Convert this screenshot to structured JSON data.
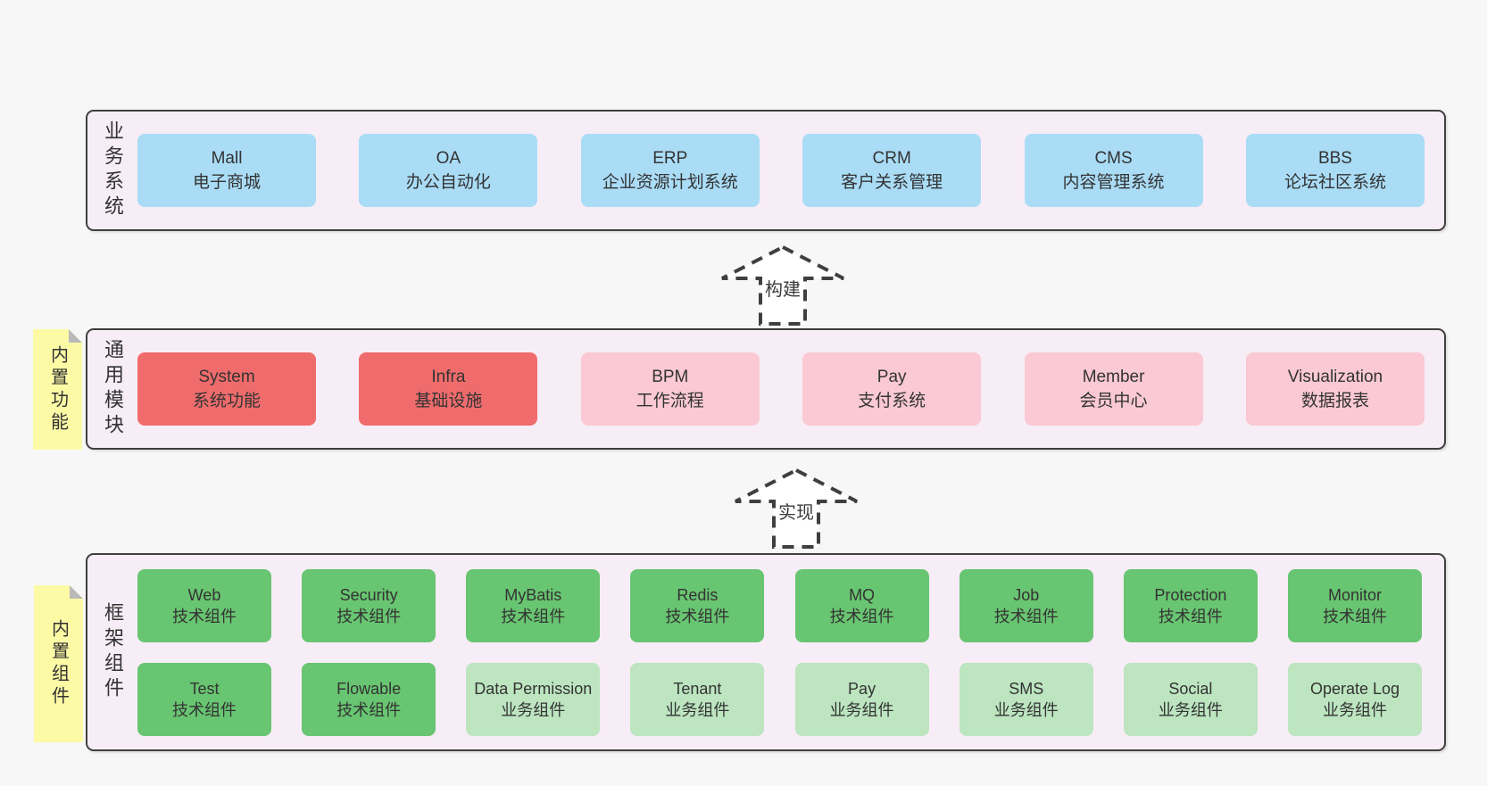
{
  "colors": {
    "page_bg": "#f7f7f7",
    "layer_bg": "#f7edf6",
    "layer_border": "#3f3f3f",
    "node_blue": "#aadcf6",
    "node_red": "#f06c6c",
    "node_pink": "#fac9d3",
    "node_green": "#68c571",
    "node_light_green": "#bce5c0",
    "note_yellow": "#fcfaa5",
    "note_fold_gray": "#b9b9b9",
    "text": "#333333"
  },
  "arrows": [
    {
      "label": "构建"
    },
    {
      "label": "实现"
    }
  ],
  "layers": {
    "business": {
      "label": "业务系统",
      "boxes": [
        {
          "en": "Mall",
          "zh": "电子商城"
        },
        {
          "en": "OA",
          "zh": "办公自动化"
        },
        {
          "en": "ERP",
          "zh": "企业资源计划系统"
        },
        {
          "en": "CRM",
          "zh": "客户关系管理"
        },
        {
          "en": "CMS",
          "zh": "内容管理系统"
        },
        {
          "en": "BBS",
          "zh": "论坛社区系统"
        }
      ]
    },
    "modules": {
      "label": "通用模块",
      "note": "内置功能",
      "boxes": [
        {
          "en": "System",
          "zh": "系统功能",
          "variant": "red"
        },
        {
          "en": "Infra",
          "zh": "基础设施",
          "variant": "red"
        },
        {
          "en": "BPM",
          "zh": "工作流程",
          "variant": "pink"
        },
        {
          "en": "Pay",
          "zh": "支付系统",
          "variant": "pink"
        },
        {
          "en": "Member",
          "zh": "会员中心",
          "variant": "pink"
        },
        {
          "en": "Visualization",
          "zh": "数据报表",
          "variant": "pink"
        }
      ]
    },
    "components": {
      "label": "框架组件",
      "note": "内置组件",
      "row1": [
        {
          "en": "Web",
          "zh": "技术组件",
          "variant": "green"
        },
        {
          "en": "Security",
          "zh": "技术组件",
          "variant": "green"
        },
        {
          "en": "MyBatis",
          "zh": "技术组件",
          "variant": "green"
        },
        {
          "en": "Redis",
          "zh": "技术组件",
          "variant": "green"
        },
        {
          "en": "MQ",
          "zh": "技术组件",
          "variant": "green"
        },
        {
          "en": "Job",
          "zh": "技术组件",
          "variant": "green"
        },
        {
          "en": "Protection",
          "zh": "技术组件",
          "variant": "green"
        },
        {
          "en": "Monitor",
          "zh": "技术组件",
          "variant": "green"
        }
      ],
      "row2": [
        {
          "en": "Test",
          "zh": "技术组件",
          "variant": "green"
        },
        {
          "en": "Flowable",
          "zh": "技术组件",
          "variant": "green"
        },
        {
          "en": "Data Permission",
          "zh": "业务组件",
          "variant": "lightgreen"
        },
        {
          "en": "Tenant",
          "zh": "业务组件",
          "variant": "lightgreen"
        },
        {
          "en": "Pay",
          "zh": "业务组件",
          "variant": "lightgreen"
        },
        {
          "en": "SMS",
          "zh": "业务组件",
          "variant": "lightgreen"
        },
        {
          "en": "Social",
          "zh": "业务组件",
          "variant": "lightgreen"
        },
        {
          "en": "Operate Log",
          "zh": "业务组件",
          "variant": "lightgreen"
        }
      ]
    }
  }
}
